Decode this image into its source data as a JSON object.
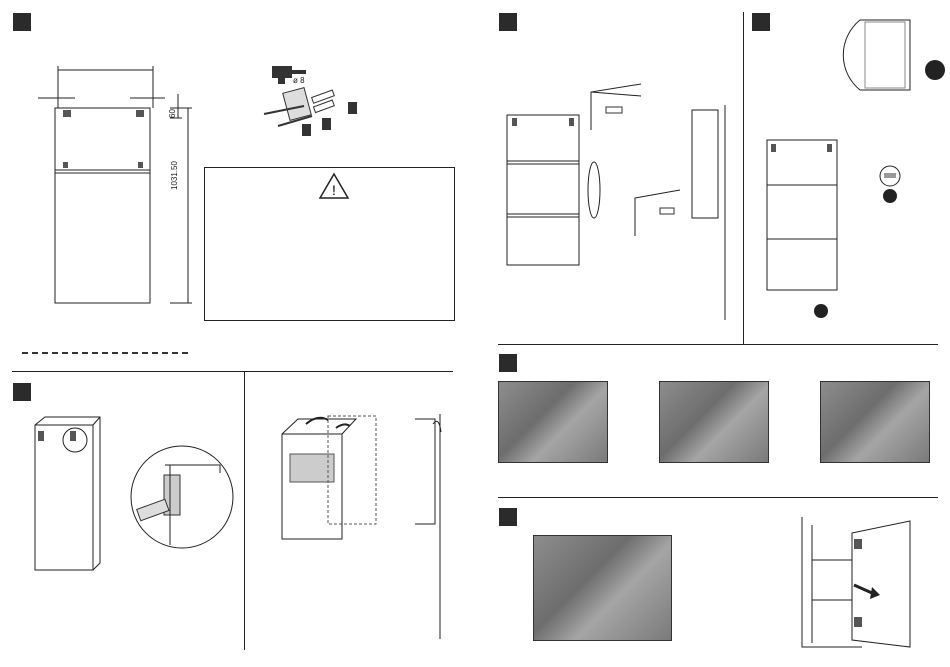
{
  "diagram": {
    "height_dimension": "1031.50",
    "top_dimension": "60",
    "screw_label": "ø 8"
  },
  "warning": {
    "icon": "warning-triangle-icon",
    "symbol": "!"
  },
  "icons": {
    "drill": "drill-icon",
    "screw": "screw-icon",
    "hinge": "hinge-icon",
    "arrow": "arrow-icon"
  }
}
